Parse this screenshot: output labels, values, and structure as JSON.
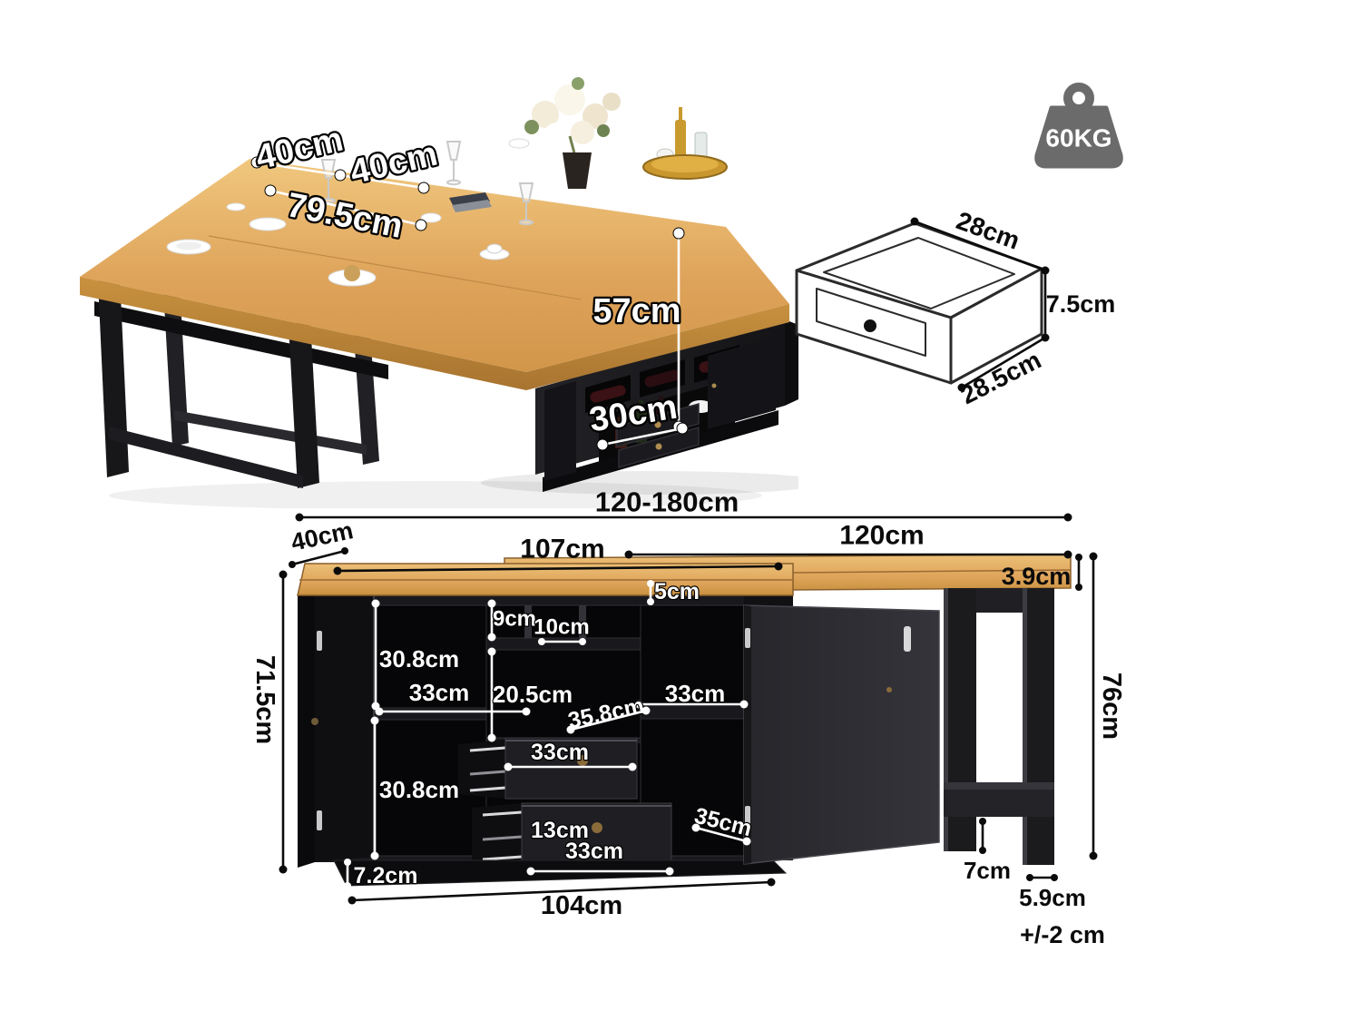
{
  "meta": {
    "sheet_type": "furniture dimension diagram",
    "colors": {
      "wood": "#dfa45b",
      "wood_light": "#ecc077",
      "wood_dark": "#c8913f",
      "cabinet_black": "#17171a",
      "door_gray": "#2e2e33",
      "icon_gray": "#6b6b6b",
      "label_white": "#ffffff",
      "label_black": "#0b0b0b"
    }
  },
  "photo": {
    "fold_left": "40cm",
    "fold_right": "40cm",
    "table_width": "79.5cm",
    "door_height": "57cm",
    "door_width": "30cm"
  },
  "capacity": {
    "weight": "60KG"
  },
  "drawer": {
    "width": "28cm",
    "height": "7.5cm",
    "depth": "28.5cm"
  },
  "dims": {
    "total": "120-180cm",
    "depth": "40cm",
    "island": "107cm",
    "table": "120cm",
    "thickness": "3.9cm",
    "gap": "5cm",
    "cubby_h": "9cm",
    "cubby_w": "10cm",
    "cell_h1": "30.8cm",
    "cell_w_left": "33cm",
    "mid_h": "20.5cm",
    "cell_w_right": "33cm",
    "drawer_diag": "35.8cm",
    "drawer1_w": "33cm",
    "cell_h2": "30.8cm",
    "drawer2_h": "13cm",
    "drawer2_w": "33cm",
    "door_w": "35cm",
    "plinth": "7.2cm",
    "base": "104cm",
    "height_cab": "71.5cm",
    "height_table": "76cm",
    "foot": "7cm",
    "leg": "5.9cm",
    "tolerance": "+/-2 cm"
  }
}
